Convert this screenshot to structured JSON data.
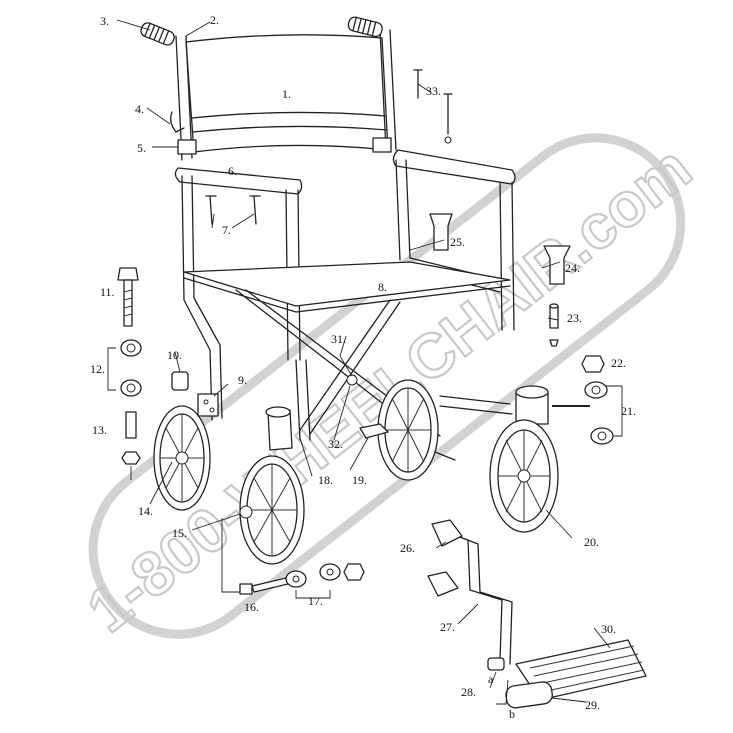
{
  "watermark": "1-800-WHEELCHAIR.com",
  "part_labels": [
    {
      "id": "1",
      "text": "1."
    },
    {
      "id": "2",
      "text": "2."
    },
    {
      "id": "3",
      "text": "3."
    },
    {
      "id": "4",
      "text": "4."
    },
    {
      "id": "5",
      "text": "5."
    },
    {
      "id": "6",
      "text": "6."
    },
    {
      "id": "7",
      "text": "7."
    },
    {
      "id": "8",
      "text": "8."
    },
    {
      "id": "9",
      "text": "9."
    },
    {
      "id": "10",
      "text": "10."
    },
    {
      "id": "11",
      "text": "11."
    },
    {
      "id": "12",
      "text": "12."
    },
    {
      "id": "13",
      "text": "13."
    },
    {
      "id": "14",
      "text": "14."
    },
    {
      "id": "15",
      "text": "15."
    },
    {
      "id": "16",
      "text": "16."
    },
    {
      "id": "17",
      "text": "17."
    },
    {
      "id": "18",
      "text": "18."
    },
    {
      "id": "19",
      "text": "19."
    },
    {
      "id": "20",
      "text": "20."
    },
    {
      "id": "21",
      "text": "21."
    },
    {
      "id": "22",
      "text": "22."
    },
    {
      "id": "23",
      "text": "23."
    },
    {
      "id": "24",
      "text": "24."
    },
    {
      "id": "25",
      "text": "25."
    },
    {
      "id": "26",
      "text": "26."
    },
    {
      "id": "27",
      "text": "27."
    },
    {
      "id": "28",
      "text": "28."
    },
    {
      "id": "29",
      "text": "29."
    },
    {
      "id": "30",
      "text": "30."
    },
    {
      "id": "31",
      "text": "31."
    },
    {
      "id": "32",
      "text": "32."
    },
    {
      "id": "33",
      "text": "33."
    }
  ],
  "sub_labels": [
    {
      "id": "a",
      "text": "a"
    },
    {
      "id": "b",
      "text": "b"
    }
  ]
}
